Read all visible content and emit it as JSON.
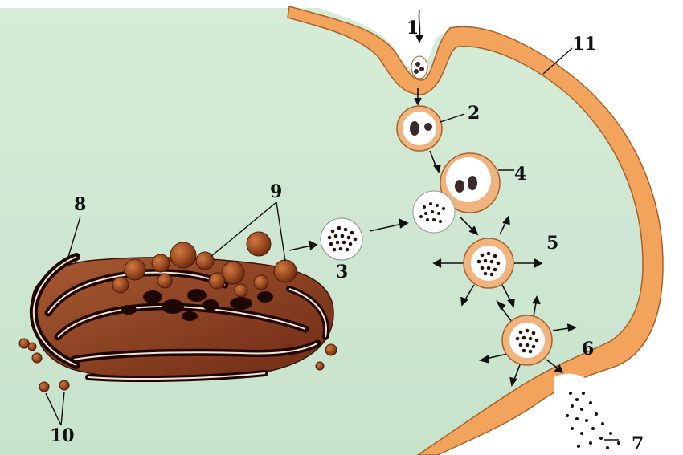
{
  "diagram": {
    "labels": {
      "l1": "1",
      "l2": "2",
      "l3": "3",
      "l4": "4",
      "l5": "5",
      "l6": "6",
      "l7": "7",
      "l8": "8",
      "l9": "9",
      "l10": "10",
      "l11": "11"
    },
    "colors": {
      "background": "#cfe8d0",
      "membrane": "#f2a660",
      "membrane_edge": "#a8602a",
      "golgi": "#8a3d22",
      "golgi_dark": "#2a0a05",
      "vesicle_fill": "#ffffff",
      "granule": "#2a1208"
    }
  }
}
